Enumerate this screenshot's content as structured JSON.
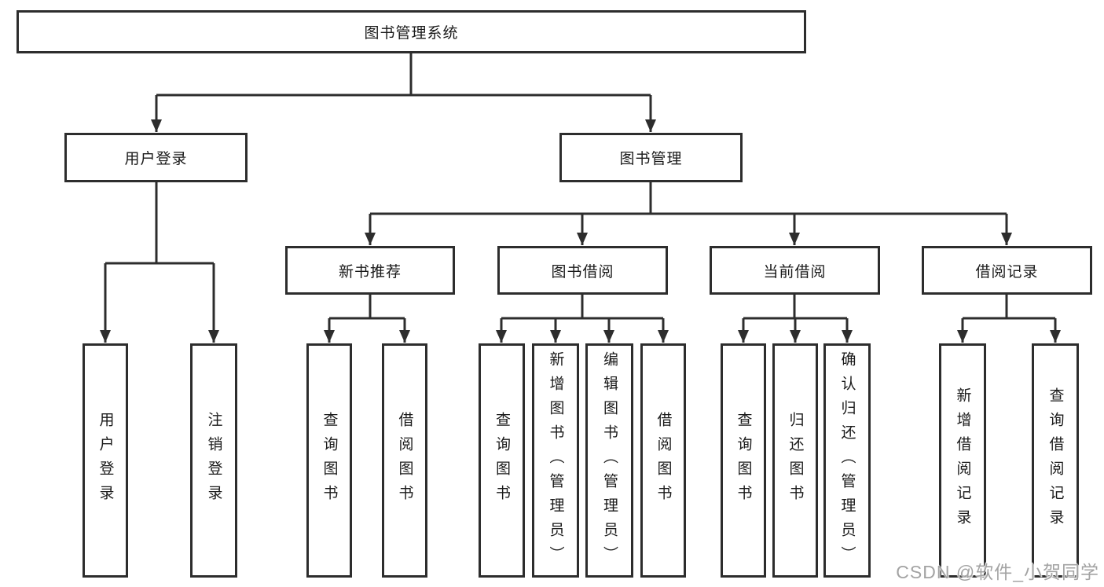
{
  "diagram": {
    "root": {
      "label": "图书管理系统"
    },
    "level2": [
      {
        "label": "用户登录"
      },
      {
        "label": "图书管理"
      }
    ],
    "level3": [
      {
        "label": "新书推荐"
      },
      {
        "label": "图书借阅"
      },
      {
        "label": "当前借阅"
      },
      {
        "label": "借阅记录"
      }
    ],
    "leaves": {
      "user_login": [
        {
          "label": "用户登录"
        },
        {
          "label": "注销登录"
        }
      ],
      "new_book_recommend": [
        {
          "label": "查询图书"
        },
        {
          "label": "借阅图书"
        }
      ],
      "book_borrow": [
        {
          "label": "查询图书"
        },
        {
          "label": "新增图书（管理员）"
        },
        {
          "label": "编辑图书（管理员）"
        },
        {
          "label": "借阅图书"
        }
      ],
      "current_borrow": [
        {
          "label": "查询图书"
        },
        {
          "label": "归还图书"
        },
        {
          "label": "确认归还（管理员）"
        }
      ],
      "borrow_records": [
        {
          "label": "新增借阅记录"
        },
        {
          "label": "查询借阅记录"
        }
      ]
    }
  },
  "watermark": {
    "text": "CSDN @软件_小贺同学"
  },
  "colors": {
    "line": "#2d2d2d",
    "box_border": "#2d2d2d",
    "text": "#1a1a1a",
    "background": "#ffffff",
    "watermark": "#a3a3a3"
  }
}
